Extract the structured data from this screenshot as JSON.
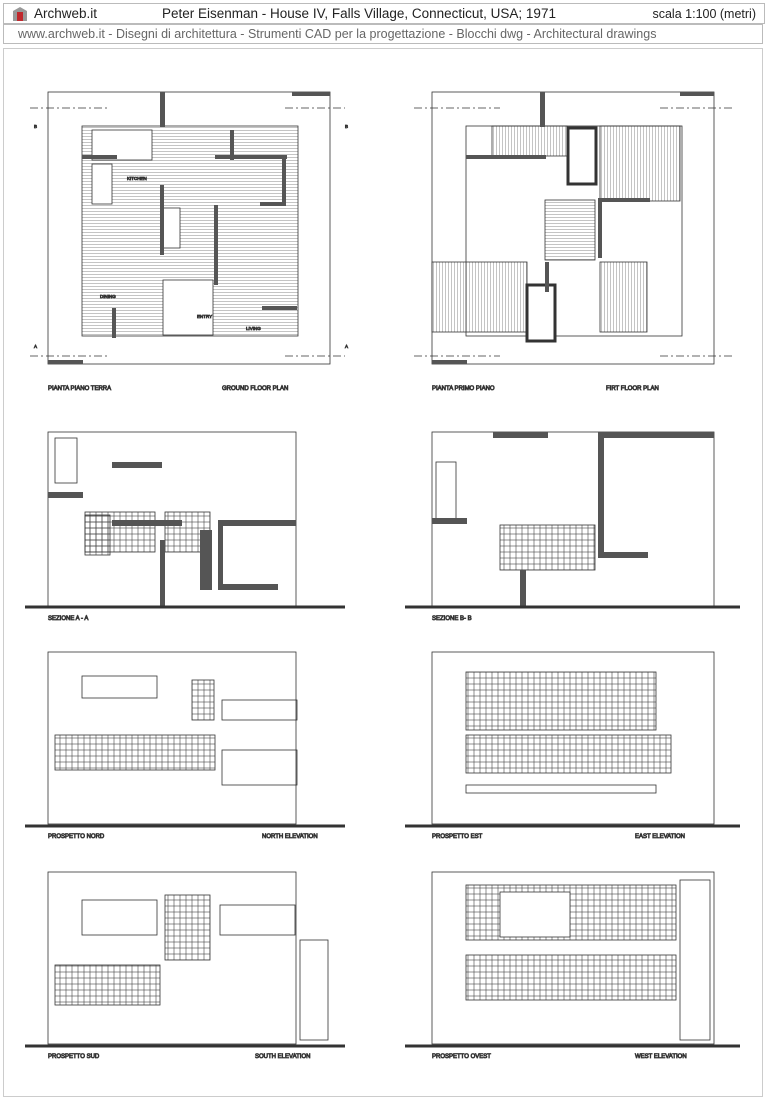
{
  "header": {
    "brand": "Archweb.it",
    "title": "Peter Eisenman -  House IV,  Falls Village, Connecticut, USA; 1971",
    "scale": "scala 1:100 (metri)",
    "subtitle": "www.archweb.it -   Disegni di architettura - Strumenti CAD  per la progettazione - Blocchi dwg  -  Architectural drawings",
    "logo_color": "#c0282d"
  },
  "drawings": {
    "ground_plan": {
      "label_it": "PIANTA PIANO TERRA",
      "label_en": "GROUND FLOOR PLAN",
      "rooms": [
        "KITCHEN",
        "DINING",
        "ENTRY",
        "LIVING"
      ]
    },
    "first_plan": {
      "label_it": "PIANTA PRIMO PIANO",
      "label_en": "FIRT FLOOR PLAN"
    },
    "section_aa": {
      "label_it": "SEZIONE A - A"
    },
    "section_bb": {
      "label_it": "SEZIONE B- B"
    },
    "north": {
      "label_it": "PROSPETTO NORD",
      "label_en": "NORTH ELEVATION"
    },
    "east": {
      "label_it": "PROSPETTO EST",
      "label_en": "EAST ELEVATION"
    },
    "south": {
      "label_it": "PROSPETTO SUD",
      "label_en": "SOUTH ELEVATION"
    },
    "west": {
      "label_it": "PROSPETTO OVEST",
      "label_en": "WEST ELEVATION"
    },
    "section_marks": {
      "a": "A",
      "b": "B"
    }
  }
}
